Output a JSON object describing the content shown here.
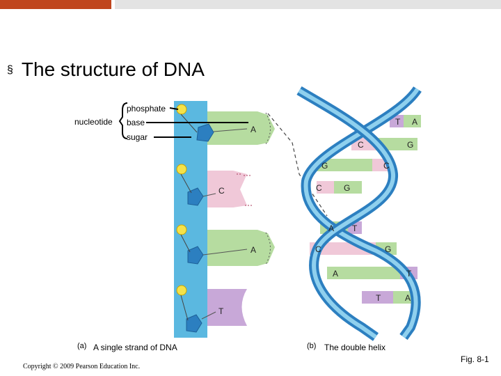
{
  "header": {
    "bullet": "§",
    "title": "The structure of DNA"
  },
  "labels": {
    "nucleotide": "nucleotide",
    "phosphate": "phosphate",
    "base": "base",
    "sugar": "sugar"
  },
  "strand": {
    "bases": [
      "A",
      "C",
      "A",
      "T"
    ]
  },
  "helix": {
    "pairs": [
      [
        "T",
        "A"
      ],
      [
        "C",
        "G"
      ],
      [
        "G",
        "C"
      ],
      [
        "C",
        "G"
      ],
      [
        "A",
        "T"
      ],
      [
        "C",
        "G"
      ],
      [
        "A",
        "T"
      ],
      [
        "T",
        "A"
      ]
    ]
  },
  "captions": {
    "a_marker": "(a)",
    "a_text": "A single strand of DNA",
    "b_marker": "(b)",
    "b_text": "The double helix"
  },
  "footer": {
    "copyright": "Copyright © 2009 Pearson Education Inc.",
    "fig": "Fig. 8-1"
  },
  "colors": {
    "accent": "#c0461e",
    "backbone": "#5bb8e0",
    "phosphate": "#f4e24a",
    "sugar": "#2c7fc0",
    "A": "#b6dca0",
    "T": "#c8a8d8",
    "C": "#f0c8d8",
    "G": "#b6dca0"
  }
}
